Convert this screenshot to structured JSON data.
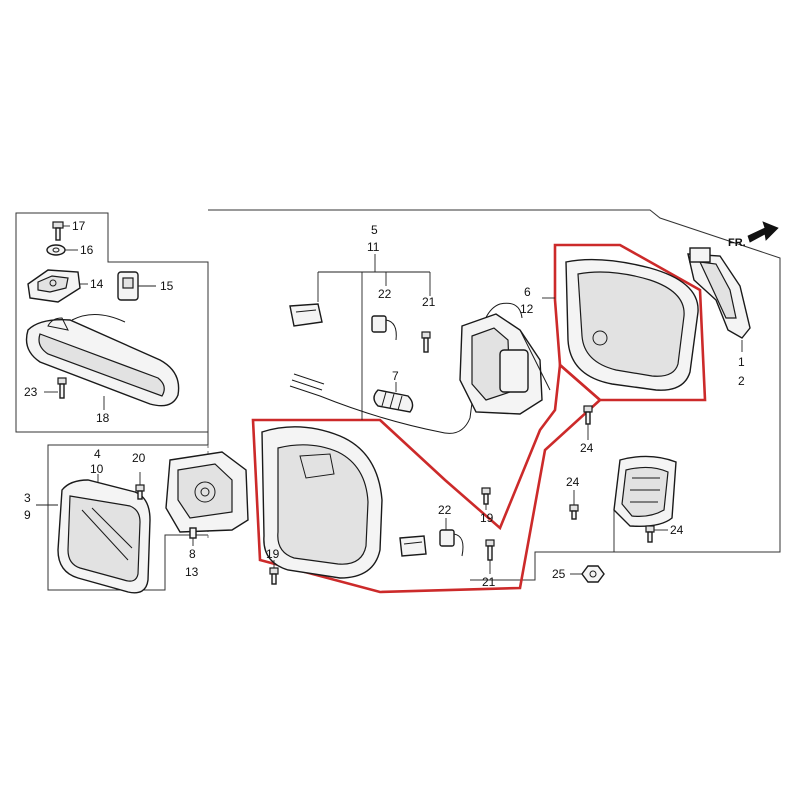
{
  "callouts": {
    "p1": "1",
    "p2": "2",
    "p3": "3",
    "p9": "9",
    "p4": "4",
    "p10": "10",
    "p5": "5",
    "p11": "11",
    "p6": "6",
    "p12": "12",
    "p7": "7",
    "p8": "8",
    "p13": "13",
    "p14": "14",
    "p15": "15",
    "p16": "16",
    "p17": "17",
    "p18": "18",
    "p19a": "19",
    "p19b": "19",
    "p20": "20",
    "p21a": "21",
    "p21b": "21",
    "p22a": "22",
    "p22b": "22",
    "p23": "23",
    "p24a": "24",
    "p24b": "24",
    "p24c": "24",
    "p25": "25"
  },
  "direction": {
    "label": "FR.",
    "icon": "arrow-right-icon"
  },
  "colors": {
    "highlight": "#cc2a2a",
    "line": "#1a1a1a",
    "background": "#ffffff"
  }
}
